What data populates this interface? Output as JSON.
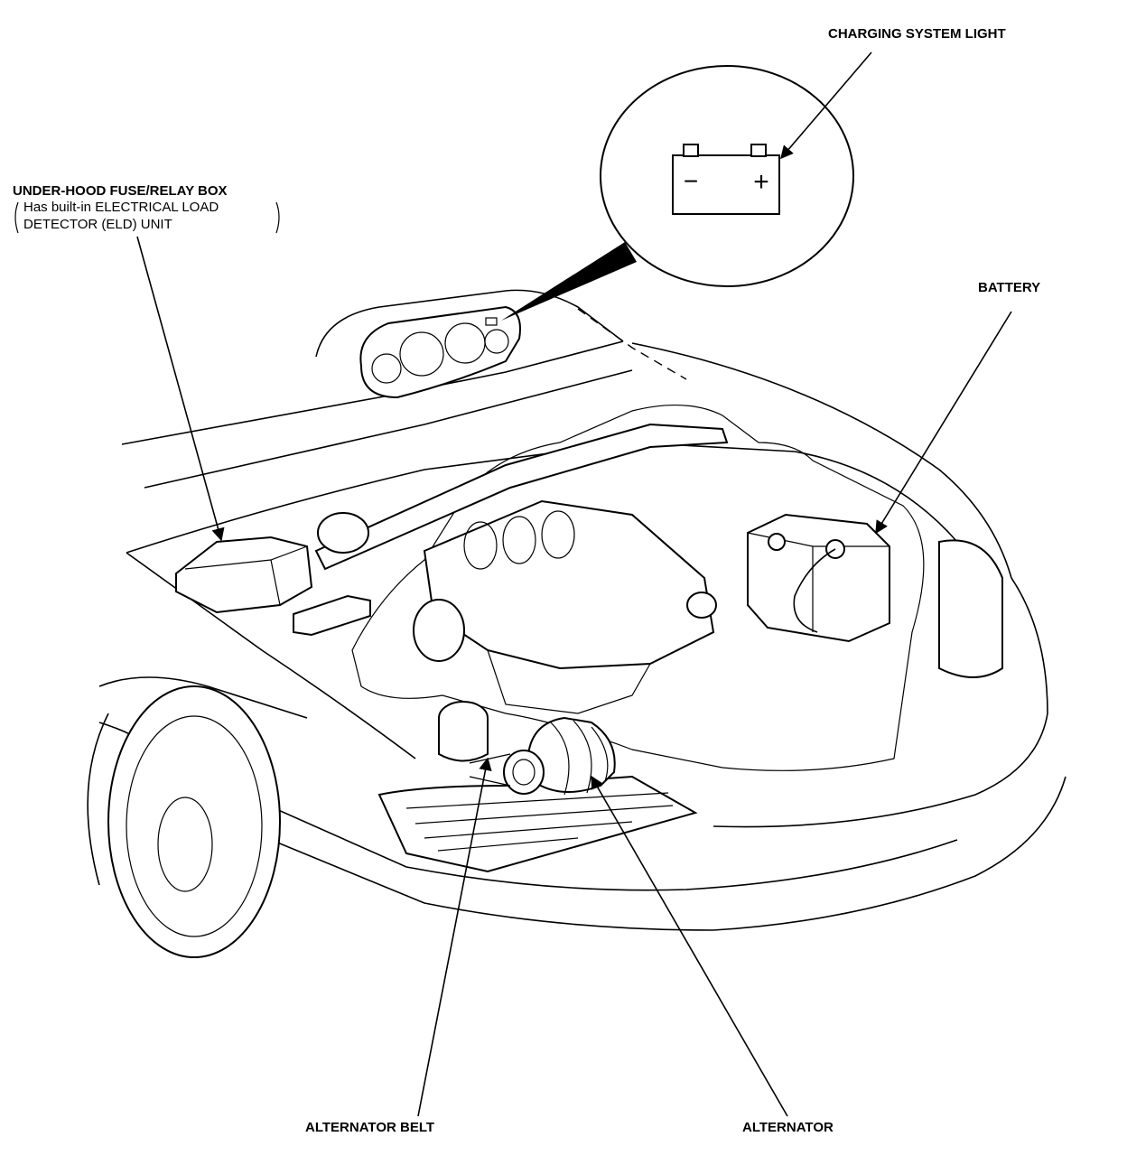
{
  "labels": {
    "charging_light": "CHARGING SYSTEM LIGHT",
    "fuse_box": "UNDER-HOOD FUSE/RELAY BOX",
    "fuse_box_note_1": "Has built-in ELECTRICAL LOAD",
    "fuse_box_note_2": "DETECTOR (ELD) UNIT",
    "battery": "BATTERY",
    "alternator_belt": "ALTERNATOR BELT",
    "alternator": "ALTERNATOR"
  },
  "symbols": {
    "minus": "−",
    "plus": "+"
  }
}
